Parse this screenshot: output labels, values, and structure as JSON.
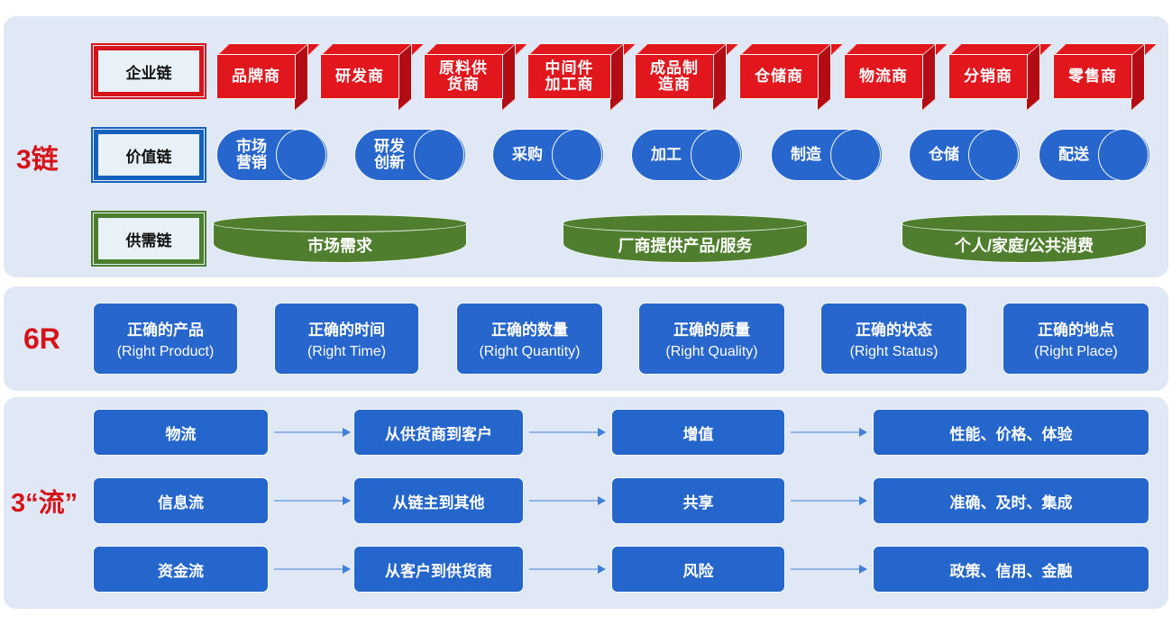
{
  "sections": {
    "chains": {
      "label": "3链",
      "label_color": "#d7131a",
      "rows": [
        {
          "plaque": "企业链",
          "plaque_color": "#d7131a",
          "shape": "cube-3d",
          "fill": "#e2161d",
          "items": [
            "品牌商",
            "研发商",
            "原料供\n货商",
            "中间件\n加工商",
            "成品制\n造商",
            "仓储商",
            "物流商",
            "分销商",
            "零售商"
          ]
        },
        {
          "plaque": "价值链",
          "plaque_color": "#1560bd",
          "shape": "cylinder-horizontal",
          "fill": "#2766cc",
          "items": [
            "市场\n营销",
            "研发\n创新",
            "采购",
            "加工",
            "制造",
            "仓储",
            "配送"
          ]
        },
        {
          "plaque": "供需链",
          "plaque_color": "#4a7d2c",
          "shape": "cylinder-vertical",
          "fill": "#4f7f2e",
          "items": [
            "市场需求",
            "厂商提供产品/服务",
            "个人/家庭/公共消费"
          ]
        }
      ]
    },
    "six_r": {
      "label": "6R",
      "label_color": "#d7131a",
      "cards": [
        {
          "cn": "正确的产品",
          "en": "(Right Product)"
        },
        {
          "cn": "正确的时间",
          "en": "(Right Time)"
        },
        {
          "cn": "正确的数量",
          "en": "(Right Quantity)"
        },
        {
          "cn": "正确的质量",
          "en": "(Right Quality)"
        },
        {
          "cn": "正确的状态",
          "en": "(Right Status)"
        },
        {
          "cn": "正确的地点",
          "en": "(Right Place)"
        }
      ]
    },
    "three_flows": {
      "label": "3“流”",
      "label_color": "#d7131a",
      "rows": [
        {
          "c0": "物流",
          "c1": "从供货商到客户",
          "c2": "增值",
          "c3": "性能、价格、体验"
        },
        {
          "c0": "信息流",
          "c1": "从链主到其他",
          "c2": "共享",
          "c3": "准确、及时、集成"
        },
        {
          "c0": "资金流",
          "c1": "从客户到供货商",
          "c2": "风险",
          "c3": "政策、信用、金融"
        }
      ]
    }
  },
  "colors": {
    "panel_bg": "#dfe8f4",
    "red": "#e2161d",
    "red_dark": "#b40c14",
    "blue": "#2766cc",
    "green": "#4f7f2e",
    "arrow": "#8fb4e8"
  }
}
